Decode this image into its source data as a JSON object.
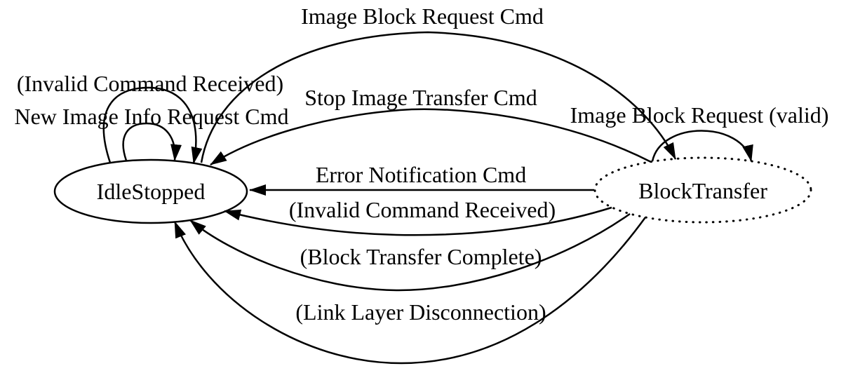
{
  "diagram": {
    "type": "state-machine",
    "background": "#ffffff",
    "stroke_color": "#000000",
    "nodes": [
      {
        "id": "IdleStopped",
        "label": "IdleStopped",
        "outline": "solid"
      },
      {
        "id": "BlockTransfer",
        "label": "BlockTransfer",
        "outline": "dotted"
      }
    ],
    "edges": [
      {
        "from": "IdleStopped",
        "to": "BlockTransfer",
        "label": "Image Block Request Cmd"
      },
      {
        "from": "IdleStopped",
        "to": "IdleStopped",
        "label": "(Invalid Command Received)"
      },
      {
        "from": "IdleStopped",
        "to": "IdleStopped",
        "label": "New Image Info Request Cmd"
      },
      {
        "from": "BlockTransfer",
        "to": "IdleStopped",
        "label": "Stop Image Transfer Cmd"
      },
      {
        "from": "BlockTransfer",
        "to": "BlockTransfer",
        "label": "Image Block Request (valid)"
      },
      {
        "from": "BlockTransfer",
        "to": "IdleStopped",
        "label": "Error Notification Cmd"
      },
      {
        "from": "BlockTransfer",
        "to": "IdleStopped",
        "label": "(Invalid Command Received)"
      },
      {
        "from": "BlockTransfer",
        "to": "IdleStopped",
        "label": "(Block Transfer Complete)"
      },
      {
        "from": "BlockTransfer",
        "to": "IdleStopped",
        "label": "(Link Layer Disconnection)"
      }
    ]
  }
}
